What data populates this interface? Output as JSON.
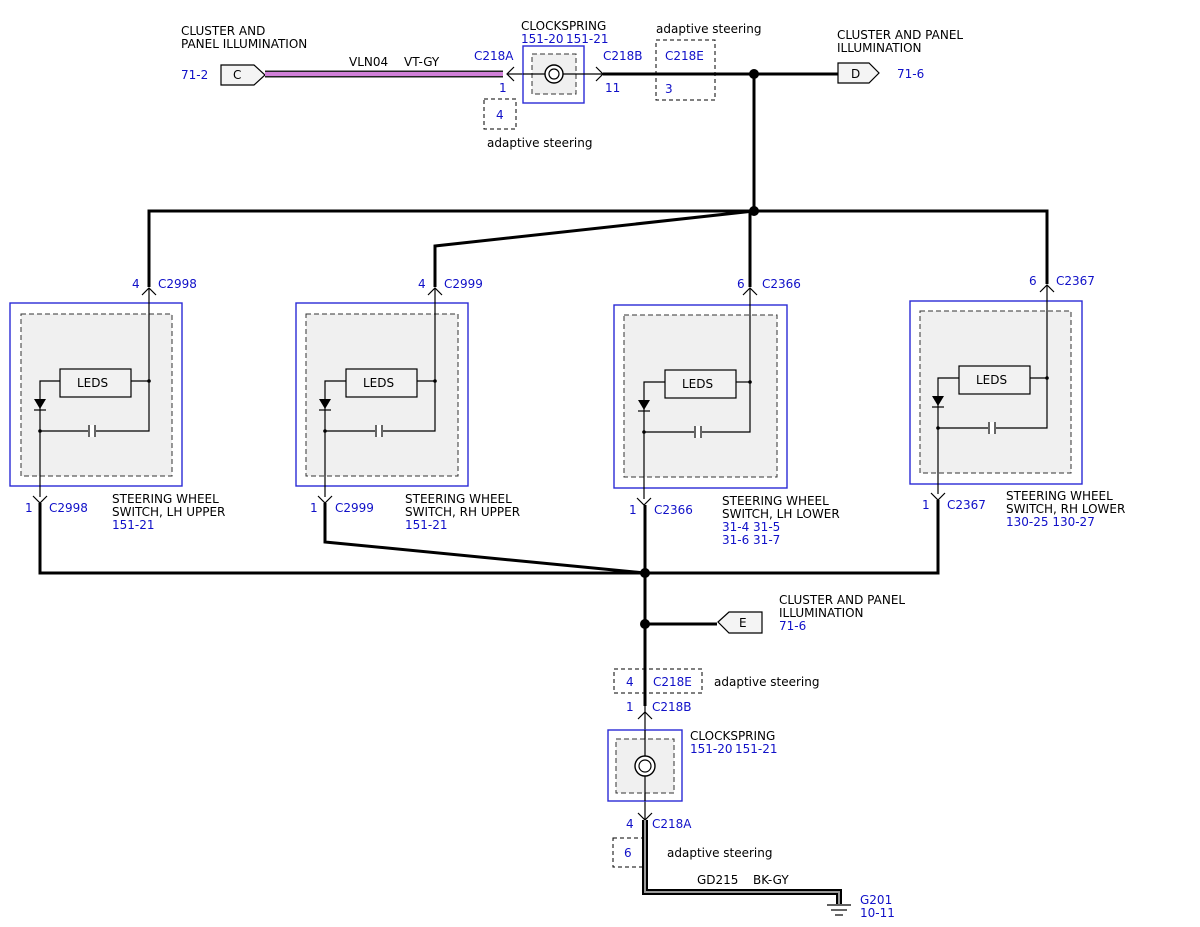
{
  "top": {
    "cluster_left_line1": "CLUSTER AND",
    "cluster_left_line2": "PANEL ILLUMINATION",
    "ref_left": "71-2",
    "connector_c": "C",
    "wire_id": "VLN04",
    "wire_color": "VT-GY",
    "c218a": "C218A",
    "pin_1": "1",
    "pin_4_dashed": "4",
    "adaptive_steering_low": "adaptive steering",
    "clockspring_title": "CLOCKSPRING",
    "clockspring_ref_a": "151-20",
    "clockspring_ref_b": "151-21",
    "c218b": "C218B",
    "pin_11": "11",
    "adaptive_steering_top": "adaptive steering",
    "c218e": "C218E",
    "pin_3": "3",
    "cluster_right_line1": "CLUSTER AND PANEL",
    "cluster_right_line2": "ILLUMINATION",
    "connector_d": "D",
    "ref_right": "71-6"
  },
  "switches": [
    {
      "top_pin": "4",
      "top_conn": "C2998",
      "bottom_pin": "1",
      "bottom_conn": "C2998",
      "leds": "LEDS",
      "name_line1": "STEERING WHEEL",
      "name_line2": "SWITCH, LH UPPER",
      "ref_line1": "151-21",
      "ref_line2": ""
    },
    {
      "top_pin": "4",
      "top_conn": "C2999",
      "bottom_pin": "1",
      "bottom_conn": "C2999",
      "leds": "LEDS",
      "name_line1": "STEERING WHEEL",
      "name_line2": "SWITCH, RH UPPER",
      "ref_line1": "151-21",
      "ref_line2": ""
    },
    {
      "top_pin": "6",
      "top_conn": "C2366",
      "bottom_pin": "1",
      "bottom_conn": "C2366",
      "leds": "LEDS",
      "name_line1": "STEERING WHEEL",
      "name_line2": "SWITCH, LH LOWER",
      "ref_line1": "31-4   31-5",
      "ref_line2": "31-6   31-7"
    },
    {
      "top_pin": "6",
      "top_conn": "C2367",
      "bottom_pin": "1",
      "bottom_conn": "C2367",
      "leds": "LEDS",
      "name_line1": "STEERING WHEEL",
      "name_line2": "SWITCH, RH LOWER",
      "ref_line1": "130-25  130-27",
      "ref_line2": ""
    }
  ],
  "bottom": {
    "cluster_line1": "CLUSTER AND PANEL",
    "cluster_line2": "ILLUMINATION",
    "ref": "71-6",
    "connector_e": "E",
    "pin_4": "4",
    "c218e": "C218E",
    "adaptive_steering_1": "adaptive steering",
    "pin_1": "1",
    "c218b": "C218B",
    "clockspring_title": "CLOCKSPRING",
    "clockspring_ref_a": "151-20",
    "clockspring_ref_b": "151-21",
    "pin_4b": "4",
    "c218a": "C218A",
    "pin_6": "6",
    "adaptive_steering_2": "adaptive steering",
    "wire_id": "GD215",
    "wire_color": "BK-GY",
    "ground": "G201",
    "ground_ref": "10-11"
  }
}
